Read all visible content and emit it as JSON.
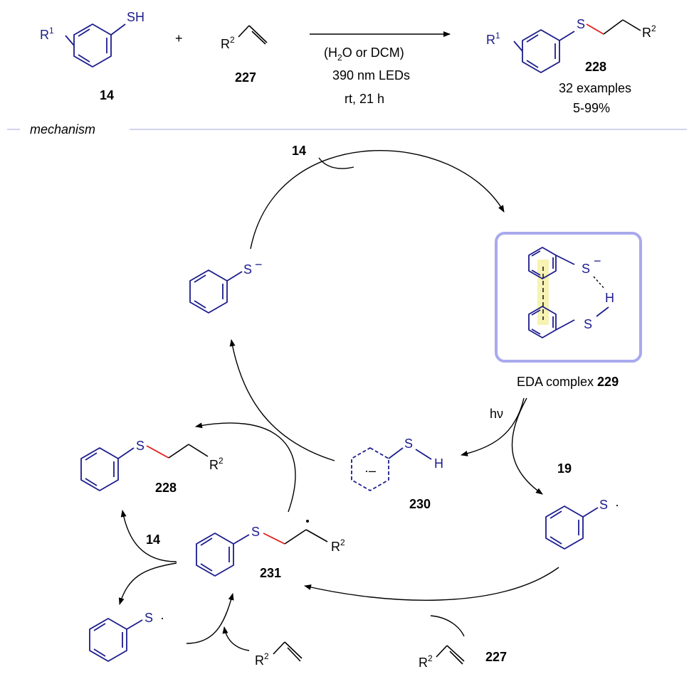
{
  "reaction": {
    "thiol_label": "14",
    "thiol_sh": "SH",
    "r1": "R",
    "r1_sup": "1",
    "plus": "+",
    "alkene_r": "R",
    "alkene_sup": "2",
    "alkene_label": "227",
    "cond_line1_a": "(H",
    "cond_line1_sub": "2",
    "cond_line1_b": "O or DCM)",
    "cond_line2": "390 nm LEDs",
    "cond_line3": "rt, 21 h",
    "product_s": "S",
    "product_r1": "R",
    "product_r1_sup": "1",
    "product_r2": "R",
    "product_r2_sup": "2",
    "product_label": "228",
    "product_examples": "32 examples",
    "product_yield": "5-99%"
  },
  "mechanism": {
    "heading": "mechanism",
    "top_reagent": "14",
    "thiolate_s": "S",
    "thiolate_charge": "−",
    "eda_s_minus": "S",
    "eda_charge": "−",
    "eda_h": "H",
    "eda_s": "S",
    "eda_caption": "EDA complex ",
    "eda_label": "229",
    "hv": "hν",
    "radical19_label": "19",
    "radical19_s": "S",
    "radical19_dot": "·",
    "radcat_s": "S",
    "radcat_h": "H",
    "radcat_label": "230",
    "product_s": "S",
    "product_r2": "R",
    "product_r2_sup": "2",
    "product_label": "228",
    "inter_s": "S",
    "inter_r2": "R",
    "inter_r2_sup": "2",
    "inter_label": "231",
    "left_reagent": "14",
    "thiyl_s": "S",
    "thiyl_dot": "·",
    "alkene_left_r": "R",
    "alkene_left_sup": "2",
    "alkene_right_r": "R",
    "alkene_right_sup": "2",
    "alkene_right_label": "227"
  },
  "colors": {
    "structure_blue": "#1c1c8c",
    "new_bond_red": "#e0201a",
    "box_border": "#a9a9ee",
    "highlight": "#f6f3b4"
  }
}
